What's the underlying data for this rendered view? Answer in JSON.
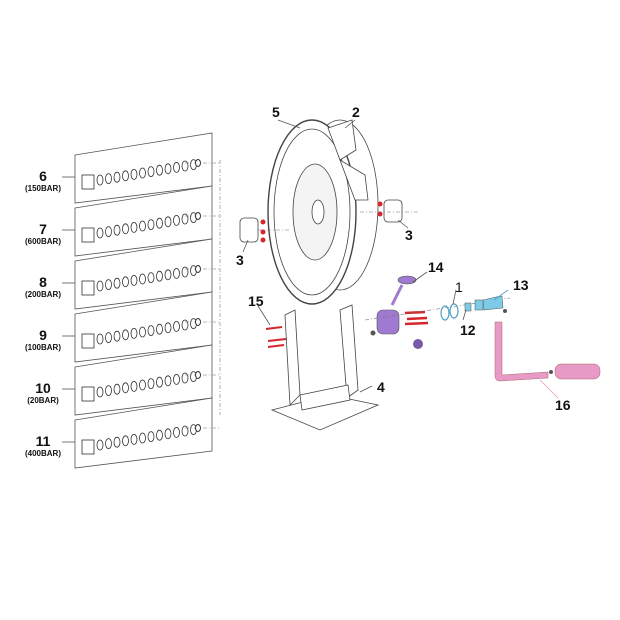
{
  "diagram": {
    "fitting_kits": [
      {
        "number": "6",
        "pressure": "(150BAR)"
      },
      {
        "number": "7",
        "pressure": "(600BAR)"
      },
      {
        "number": "8",
        "pressure": "(200BAR)"
      },
      {
        "number": "9",
        "pressure": "(100BAR)"
      },
      {
        "number": "10",
        "pressure": "(20BAR)"
      },
      {
        "number": "11",
        "pressure": "(400BAR)"
      }
    ],
    "callouts": {
      "reel_drum": "5",
      "guide_arm": "2",
      "bearing_right": "3",
      "bearing_left": "3",
      "swivel_inlet": "14",
      "oring": "1",
      "swivel_shaft": "13",
      "screws": "15",
      "seal": "12",
      "stand": "4",
      "crank_handle": "16"
    },
    "colors": {
      "swivel_purple": "#a07ad0",
      "shaft_blue": "#7ecbe8",
      "handle_pink": "#e79ac6",
      "screw_red": "#d6262b"
    }
  }
}
